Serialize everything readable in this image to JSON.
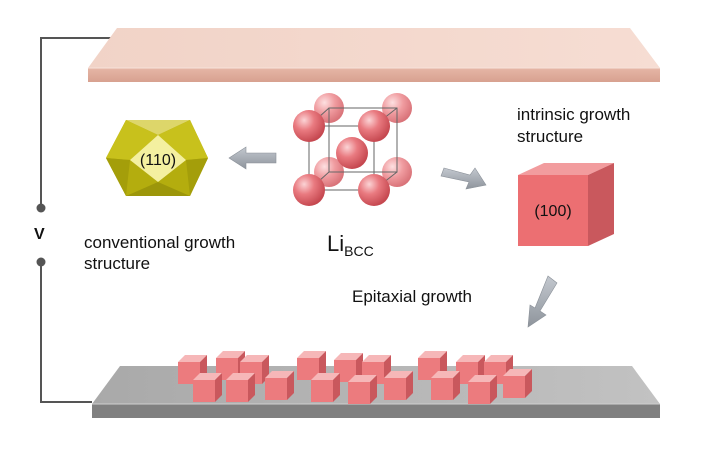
{
  "labels": {
    "voltage": "V",
    "conventional_line1": "conventional growth",
    "conventional_line2": "structure",
    "intrinsic_line1": "intrinsic growth",
    "intrinsic_line2": "structure",
    "epitaxial": "Epitaxial growth",
    "li_main": "Li",
    "li_sub": "BCC",
    "facet_110": "(110)",
    "facet_100": "(100)"
  },
  "colors": {
    "top_plate": "#ecc6b7",
    "bottom_plate": "#a6a6a6",
    "atom": "#e46c74",
    "cube_front": "#ec6f72",
    "polyhedron": "#c9c21a",
    "arrow": "#9ea4ad",
    "wire": "#555555"
  }
}
